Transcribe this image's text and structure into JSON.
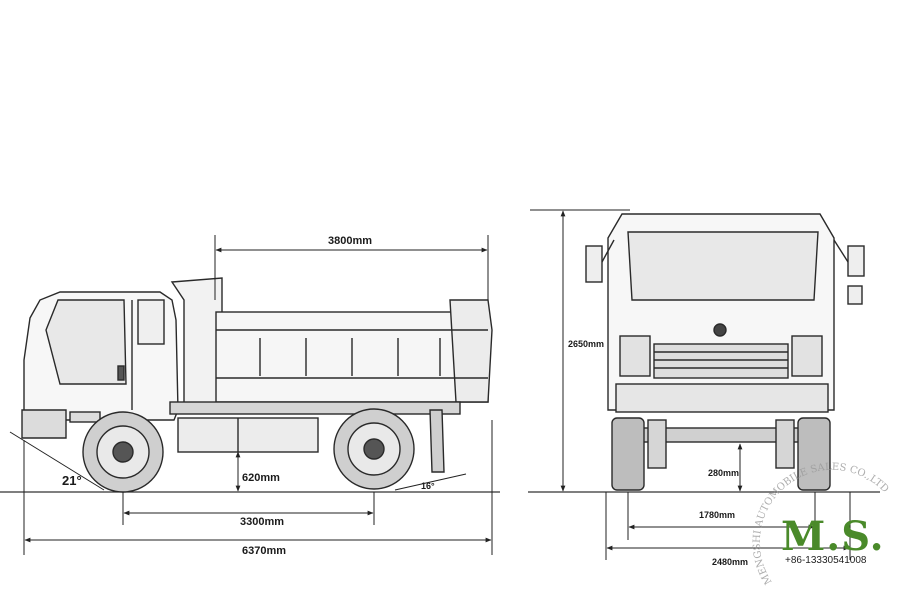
{
  "side_view": {
    "cargo_box_length": "3800mm",
    "ground_clearance": "620mm",
    "wheelbase": "3300mm",
    "overall_length": "6370mm",
    "approach_angle": "21°",
    "departure_angle": "16°"
  },
  "front_view": {
    "overall_height": "2650mm",
    "axle_clearance": "280mm",
    "track_width": "1780mm",
    "overall_width": "2480mm"
  },
  "branding": {
    "logo_text": "M.S.",
    "phone": "+86-13330541008",
    "watermark_text": "MENGSHI AUTOMOBILE SALES CO.,LTD",
    "logo_color": "#4a8a2a"
  }
}
